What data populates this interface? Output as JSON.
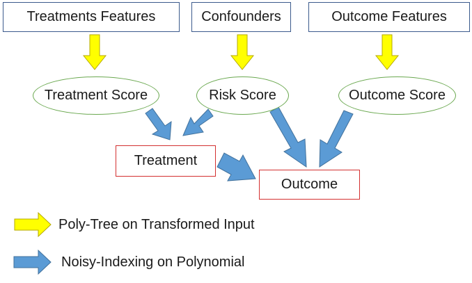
{
  "nodes": {
    "treatments_features": "Treatments Features",
    "confounders": "Confounders",
    "outcome_features": "Outcome Features",
    "treatment_score": "Treatment Score",
    "risk_score": "Risk Score",
    "outcome_score": "Outcome Score",
    "treatment": "Treatment",
    "outcome": "Outcome"
  },
  "legend": {
    "yellow_label": "Poly-Tree on Transformed Input",
    "blue_label": "Noisy-Indexing on Polynomial"
  },
  "colors": {
    "yellow_arrow": "#ffff00",
    "yellow_arrow_outline": "#b5a800",
    "blue_arrow": "#5b9bd5",
    "blue_arrow_outline": "#41719c",
    "box_border_blue": "#3b5a8c",
    "box_border_red": "#d33030",
    "ellipse_border": "#6aa84f"
  }
}
